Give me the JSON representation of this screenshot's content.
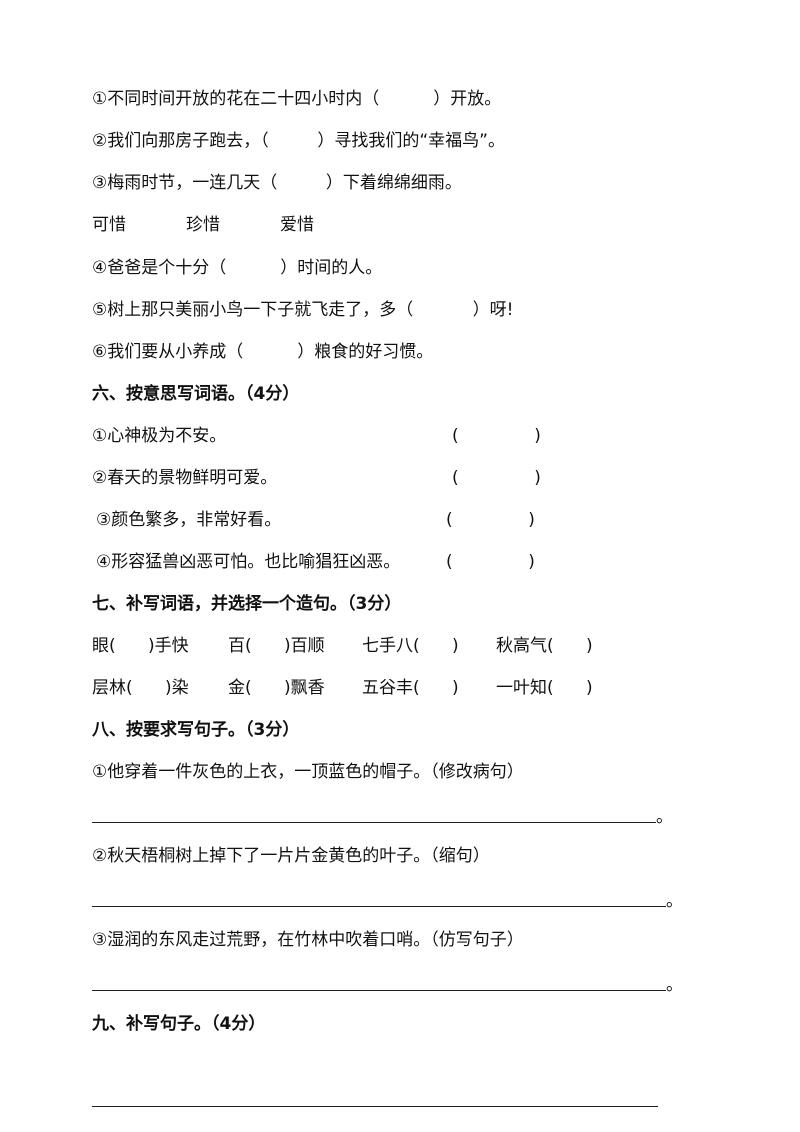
{
  "sec5": {
    "q1": "①不同时间开放的花在二十四小时内（          ）开放。",
    "q2": "②我们向那房子跑去，（         ）寻找我们的“幸福鸟”。",
    "q3": "③梅雨时节，一连几天（         ）下着绵绵细雨。",
    "options": [
      "可惜",
      "珍惜",
      "爱惜"
    ],
    "q4": "④爸爸是个十分（          ）时间的人。",
    "q5": "⑤树上那只美丽小鸟一下子就飞走了，多（           ）呀!",
    "q6": "⑥我们要从小养成（          ）粮食的好习惯。"
  },
  "sec6": {
    "heading": "六、按意思写词语。（4分）",
    "items": [
      {
        "text": "①心神极为不安。",
        "blank": "(              )"
      },
      {
        "text": "②春天的景物鲜明可爱。",
        "blank": "(              )"
      },
      {
        "text": "③颜色繁多，非常好看。",
        "blank": "(              )"
      },
      {
        "text": "④形容猛兽凶恶可怕。也比喻猖狂凶恶。",
        "blank": "(              )"
      }
    ]
  },
  "sec7": {
    "heading": "七、补写词语，并选择一个造句。（3分）",
    "row1": [
      "眼(      )手快",
      "百(      )百顺",
      "七手八(      )",
      "秋高气(      )"
    ],
    "row2": [
      "层林(      )染",
      "金(      )飘香",
      "五谷丰(      )",
      "一叶知(      )"
    ]
  },
  "sec8": {
    "heading": "八、按要求写句子。（3分）",
    "q1": "①他穿着一件灰色的上衣，一顶蓝色的帽子。（修改病句）",
    "q2": "②秋天梧桐树上掉下了一片片金黄色的叶子。（缩句）",
    "q3": "③湿润的东风走过荒野，在竹林中吹着口哨。（仿写句子）",
    "period": "。"
  },
  "sec9": {
    "heading": "九、补写句子。（4分）"
  }
}
